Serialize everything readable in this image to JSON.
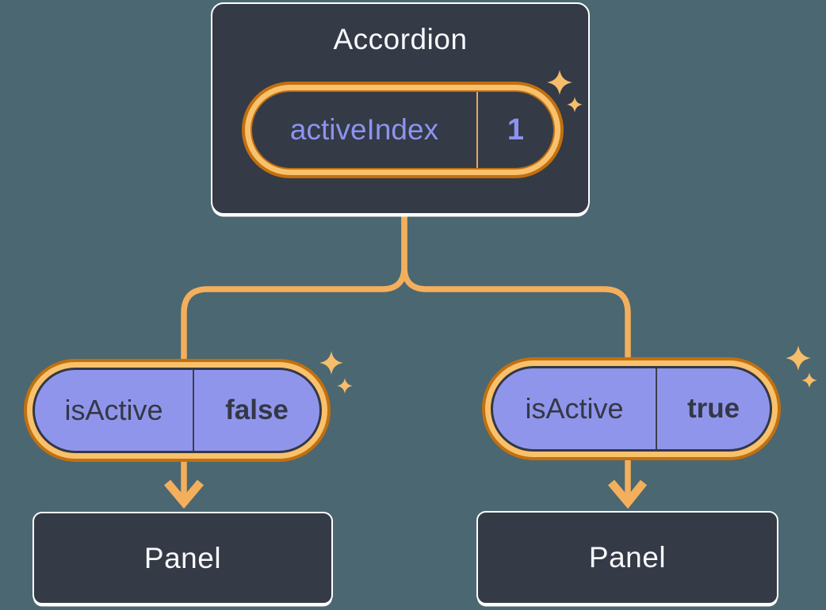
{
  "diagram": {
    "description": "React component tree diagram showing lifted state",
    "accordion": {
      "title": "Accordion",
      "state": {
        "name": "activeIndex",
        "value": "1"
      }
    },
    "children": [
      {
        "side": "left",
        "state": {
          "name": "isActive",
          "value": "false"
        },
        "panel_label": "Panel"
      },
      {
        "side": "right",
        "state": {
          "name": "isActive",
          "value": "true"
        },
        "panel_label": "Panel"
      }
    ]
  },
  "icons": {
    "sparkle": "sparkle-icon",
    "arrow_down": "arrow-down-icon"
  },
  "colors": {
    "background": "#4B6771",
    "card_fill": "#343A46",
    "card_border": "#FFFFFF",
    "connector_line": "#F4AF5C",
    "pill_ring_light": "#F9C16C",
    "pill_ring_dark": "#C2700F",
    "pill_purple_fill": "#9095EC",
    "state_text_lavender": "#8C93F0",
    "state_text_slate": "#333845",
    "title_text": "#F8F9FB",
    "sparkle": "#F6BD6B"
  }
}
